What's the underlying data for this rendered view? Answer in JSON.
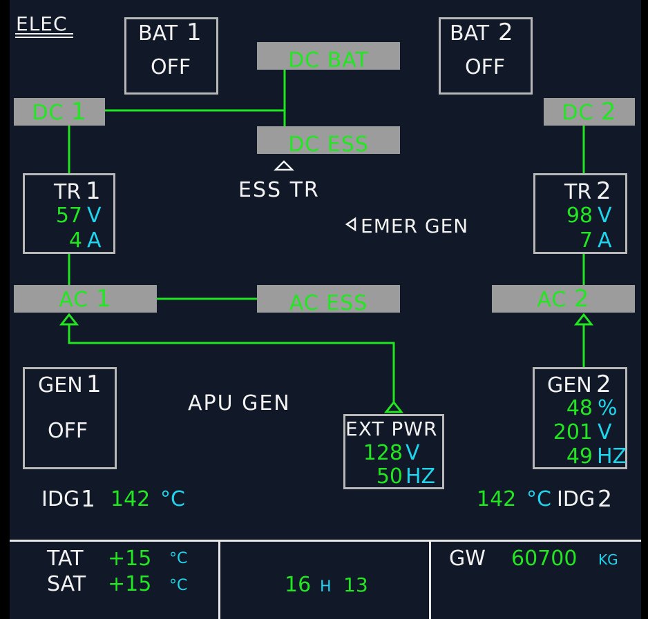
{
  "page": {
    "title": "ELEC"
  },
  "batteries": {
    "bat1": {
      "label": "BAT",
      "num": "1",
      "status": "OFF"
    },
    "bat2": {
      "label": "BAT",
      "num": "2",
      "status": "OFF"
    }
  },
  "buses": {
    "dc_bat": "DC BAT",
    "dc1": {
      "label": "DC",
      "num": "1"
    },
    "dc2": {
      "label": "DC",
      "num": "2"
    },
    "dc_ess": "DC ESS",
    "ac1": {
      "label": "AC",
      "num": "1"
    },
    "ac2": {
      "label": "AC",
      "num": "2"
    },
    "ac_ess": "AC ESS"
  },
  "tr1": {
    "label": "TR",
    "num": "1",
    "volts": "57",
    "volt_unit": "V",
    "amps": "4",
    "amp_unit": "A"
  },
  "tr2": {
    "label": "TR",
    "num": "2",
    "volts": "98",
    "volt_unit": "V",
    "amps": "7",
    "amp_unit": "A"
  },
  "ess_tr": {
    "label": "ESS TR"
  },
  "emer_gen": {
    "label": "EMER GEN"
  },
  "gen1": {
    "label": "GEN",
    "num": "1",
    "status": "OFF"
  },
  "gen2": {
    "label": "GEN",
    "num": "2",
    "load": "48",
    "load_unit": "%",
    "volts": "201",
    "volt_unit": "V",
    "freq": "49",
    "freq_unit": "HZ"
  },
  "apu_gen": {
    "label": "APU GEN"
  },
  "ext_pwr": {
    "label": "EXT PWR",
    "volts": "128",
    "volt_unit": "V",
    "freq": "50",
    "freq_unit": "HZ"
  },
  "idg1": {
    "label": "IDG",
    "num": "1",
    "temp": "142",
    "unit": "°C"
  },
  "idg2": {
    "label": "IDG",
    "num": "2",
    "temp": "142",
    "unit": "°C"
  },
  "status_bar": {
    "tat": {
      "label": "TAT",
      "value": "+15",
      "unit": "°C"
    },
    "sat": {
      "label": "SAT",
      "value": "+15",
      "unit": "°C"
    },
    "time": {
      "hours": "16",
      "sep": "H",
      "minutes": "13"
    },
    "gw": {
      "label": "GW",
      "value": "60700",
      "unit": "KG"
    }
  },
  "colors": {
    "background": "#111827",
    "active_green": "#22e622",
    "unit_cyan": "#1fd4ec",
    "label_white": "#f2f2f2",
    "bus_gray": "#9c9c9c",
    "box_border": "#b8b8b8"
  }
}
